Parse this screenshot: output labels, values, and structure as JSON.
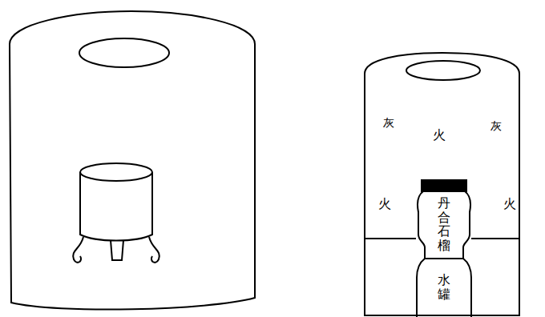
{
  "diagram": {
    "nodes": [
      {
        "text": [
          "灰",
          "火",
          "灰",
          "火",
          "火"
        ]
      },
      {
        "text": [
          "丹合石榴"
        ],
        "in": 0
      },
      {
        "text": [
          "水罐"
        ],
        "in": 0
      }
    ]
  }
}
